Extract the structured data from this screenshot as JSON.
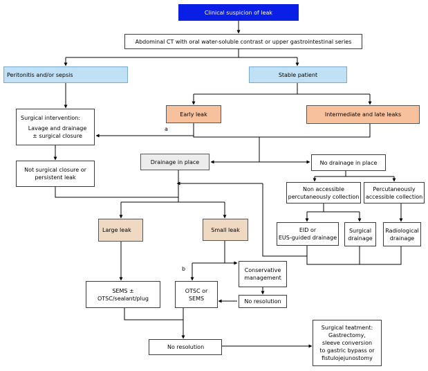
{
  "nodes": {
    "clinical_suspicion": "Clinical suspicion of leak",
    "abdominal_ct": "Abdominal CT with oral water-soluble contrast or upper gastrointestinal series",
    "peritonitis": "Peritonitis and/or sepsis",
    "stable_patient": "Stable patient",
    "surgical_intervention": [
      "Surgical intervention:",
      "Lavage and drainage",
      "± surgical closure"
    ],
    "early_leak": "Early leak",
    "intermediate_late": "Intermediate and late leaks",
    "drainage_in_place": "Drainage in place",
    "no_drainage": "No drainage in place",
    "not_surgical_closure": [
      "Not surgical closure or",
      "persistent leak"
    ],
    "non_accessible": [
      "Non accessible",
      "percutaneously collection"
    ],
    "percutaneously_accessible": [
      "Percutaneously",
      "accessible collection"
    ],
    "large_leak": "Large leak",
    "small_leak": "Small leak",
    "eid_eus": [
      "EID or",
      "EUS-guided drainage"
    ],
    "surgical_drainage": [
      "Surgical",
      "drainage"
    ],
    "radiological_drainage": [
      "Radiological",
      "drainage"
    ],
    "conservative": [
      "Conservative",
      "management"
    ],
    "sems_otsc": [
      "SEMS ±",
      "OTSC/sealant/plug"
    ],
    "otsc_sems": [
      "OTSC or",
      "SEMS"
    ],
    "no_resolution_small": "No resolution",
    "no_resolution_main": "No resolution",
    "surgical_treatment": [
      "Surgical teatment:",
      "Gastrectomy,",
      "sleeve conversion",
      "to gastric bypass or",
      "fistulojejunostomy"
    ]
  },
  "edge_labels": {
    "a": "a",
    "b": "b"
  },
  "colors": {
    "start": "#0a1fe6",
    "patient_state": "#bfe0f5",
    "leak_timing": "#f7c19e",
    "leak_size": "#efd9c2",
    "drainage": "#ececec"
  }
}
